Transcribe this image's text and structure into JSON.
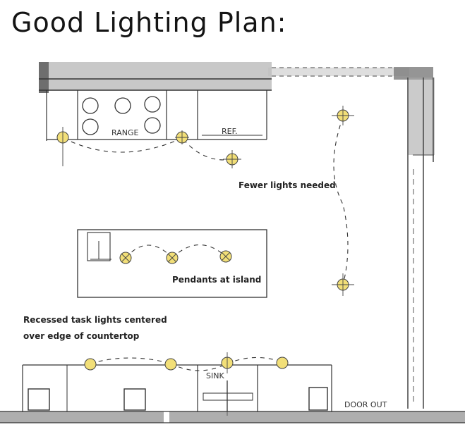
{
  "title": "Good Lighting Plan:",
  "labels": {
    "fewer_lights": "Fewer lights needed",
    "pendants": "Pendants at island",
    "recessed_line1": "Recessed task lights centered",
    "recessed_line2": "over edge of countertop"
  },
  "sketch_labels": {
    "range": "RANGE",
    "ref": "REF.",
    "sink": "SINK",
    "door": "DOOR OUT"
  },
  "colors": {
    "light_fill": "#f2df78",
    "line": "#333333",
    "wall": "#8c8c8c"
  }
}
